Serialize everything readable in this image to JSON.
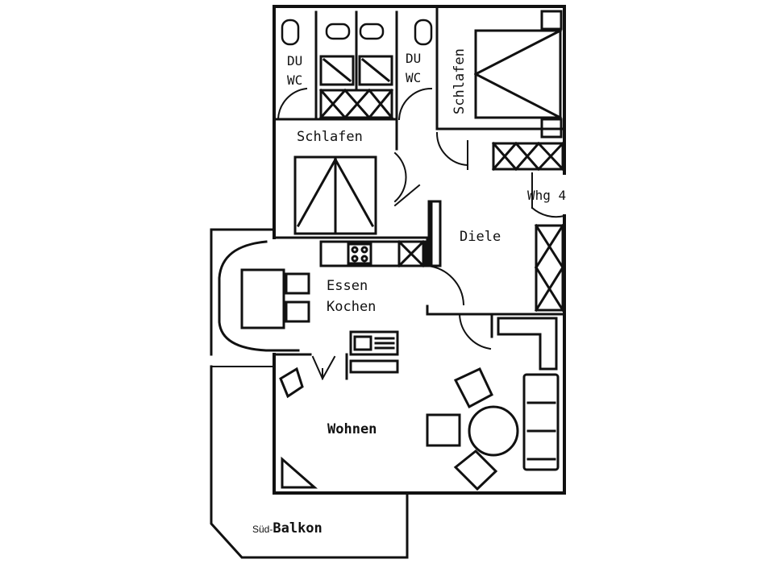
{
  "plan": {
    "rooms": {
      "du_wc_left": {
        "line1": "DU",
        "line2": "WC"
      },
      "du_wc_right": {
        "line1": "DU",
        "line2": "WC"
      },
      "schlafen_left": "Schlafen",
      "schlafen_right": "Schlafen",
      "whg": "Whg 4",
      "diele": "Diele",
      "essen": "Essen",
      "kochen": "Kochen",
      "wohnen": "Wohnen",
      "balkon_prefix": "Süd-",
      "balkon": "Balkon"
    },
    "colors": {
      "ink": "#111111",
      "background": "#ffffff"
    }
  }
}
